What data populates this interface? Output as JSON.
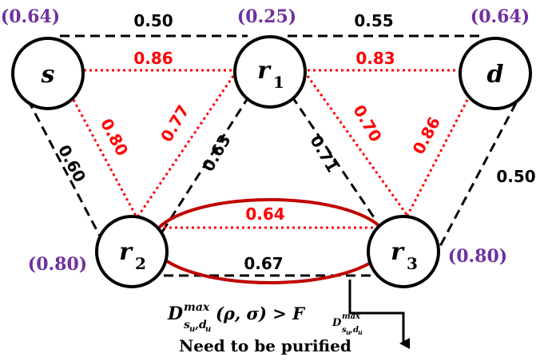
{
  "nodes": {
    "s": {
      "label": "s",
      "sub": "",
      "weight": "(0.64)"
    },
    "r1": {
      "label": "r",
      "sub": "1",
      "weight": "(0.25)"
    },
    "d": {
      "label": "d",
      "sub": "",
      "weight": "(0.64)"
    },
    "r2": {
      "label": "r",
      "sub": "2",
      "weight": "(0.80)"
    },
    "r3": {
      "label": "r",
      "sub": "3",
      "weight": "(0.80)"
    }
  },
  "edges": {
    "s_r1_black": "0.50",
    "r1_d_black": "0.55",
    "s_r1_red": "0.86",
    "r1_d_red": "0.83",
    "s_r2_black": "0.60",
    "s_r2_red": "0.80",
    "r1_r2_red": "0.77",
    "r1_r2_black": "0.63",
    "r1_r3_black": "0.71",
    "r1_r3_red": "0.70",
    "d_r3_red": "0.86",
    "d_r3_black": "0.50",
    "r2_r3_red": "0.64",
    "r2_r3_black": "0.67"
  },
  "annotation": {
    "formula_main": "D",
    "formula_sup": "max",
    "formula_sub": "s",
    "formula_sub_u1": "u",
    "formula_sub_comma": ",",
    "formula_sub_d": "d",
    "formula_sub_u2": "u",
    "formula_args": "(ρ, σ) > F",
    "formula_f_sub": "D",
    "formula_f_sub_sup": "max",
    "formula_f_sub_sub": "s",
    "formula_f_sub_sub_u1": "u",
    "formula_f_sub_sub_comma": ",",
    "formula_f_sub_sub_d": "d",
    "formula_f_sub_sub_u2": "u",
    "note": "Need to be purified"
  },
  "colors": {
    "black_edge": "#000000",
    "red_edge": "#ff0000",
    "weight_purple": "#7030a0",
    "highlight": "#c00000"
  }
}
